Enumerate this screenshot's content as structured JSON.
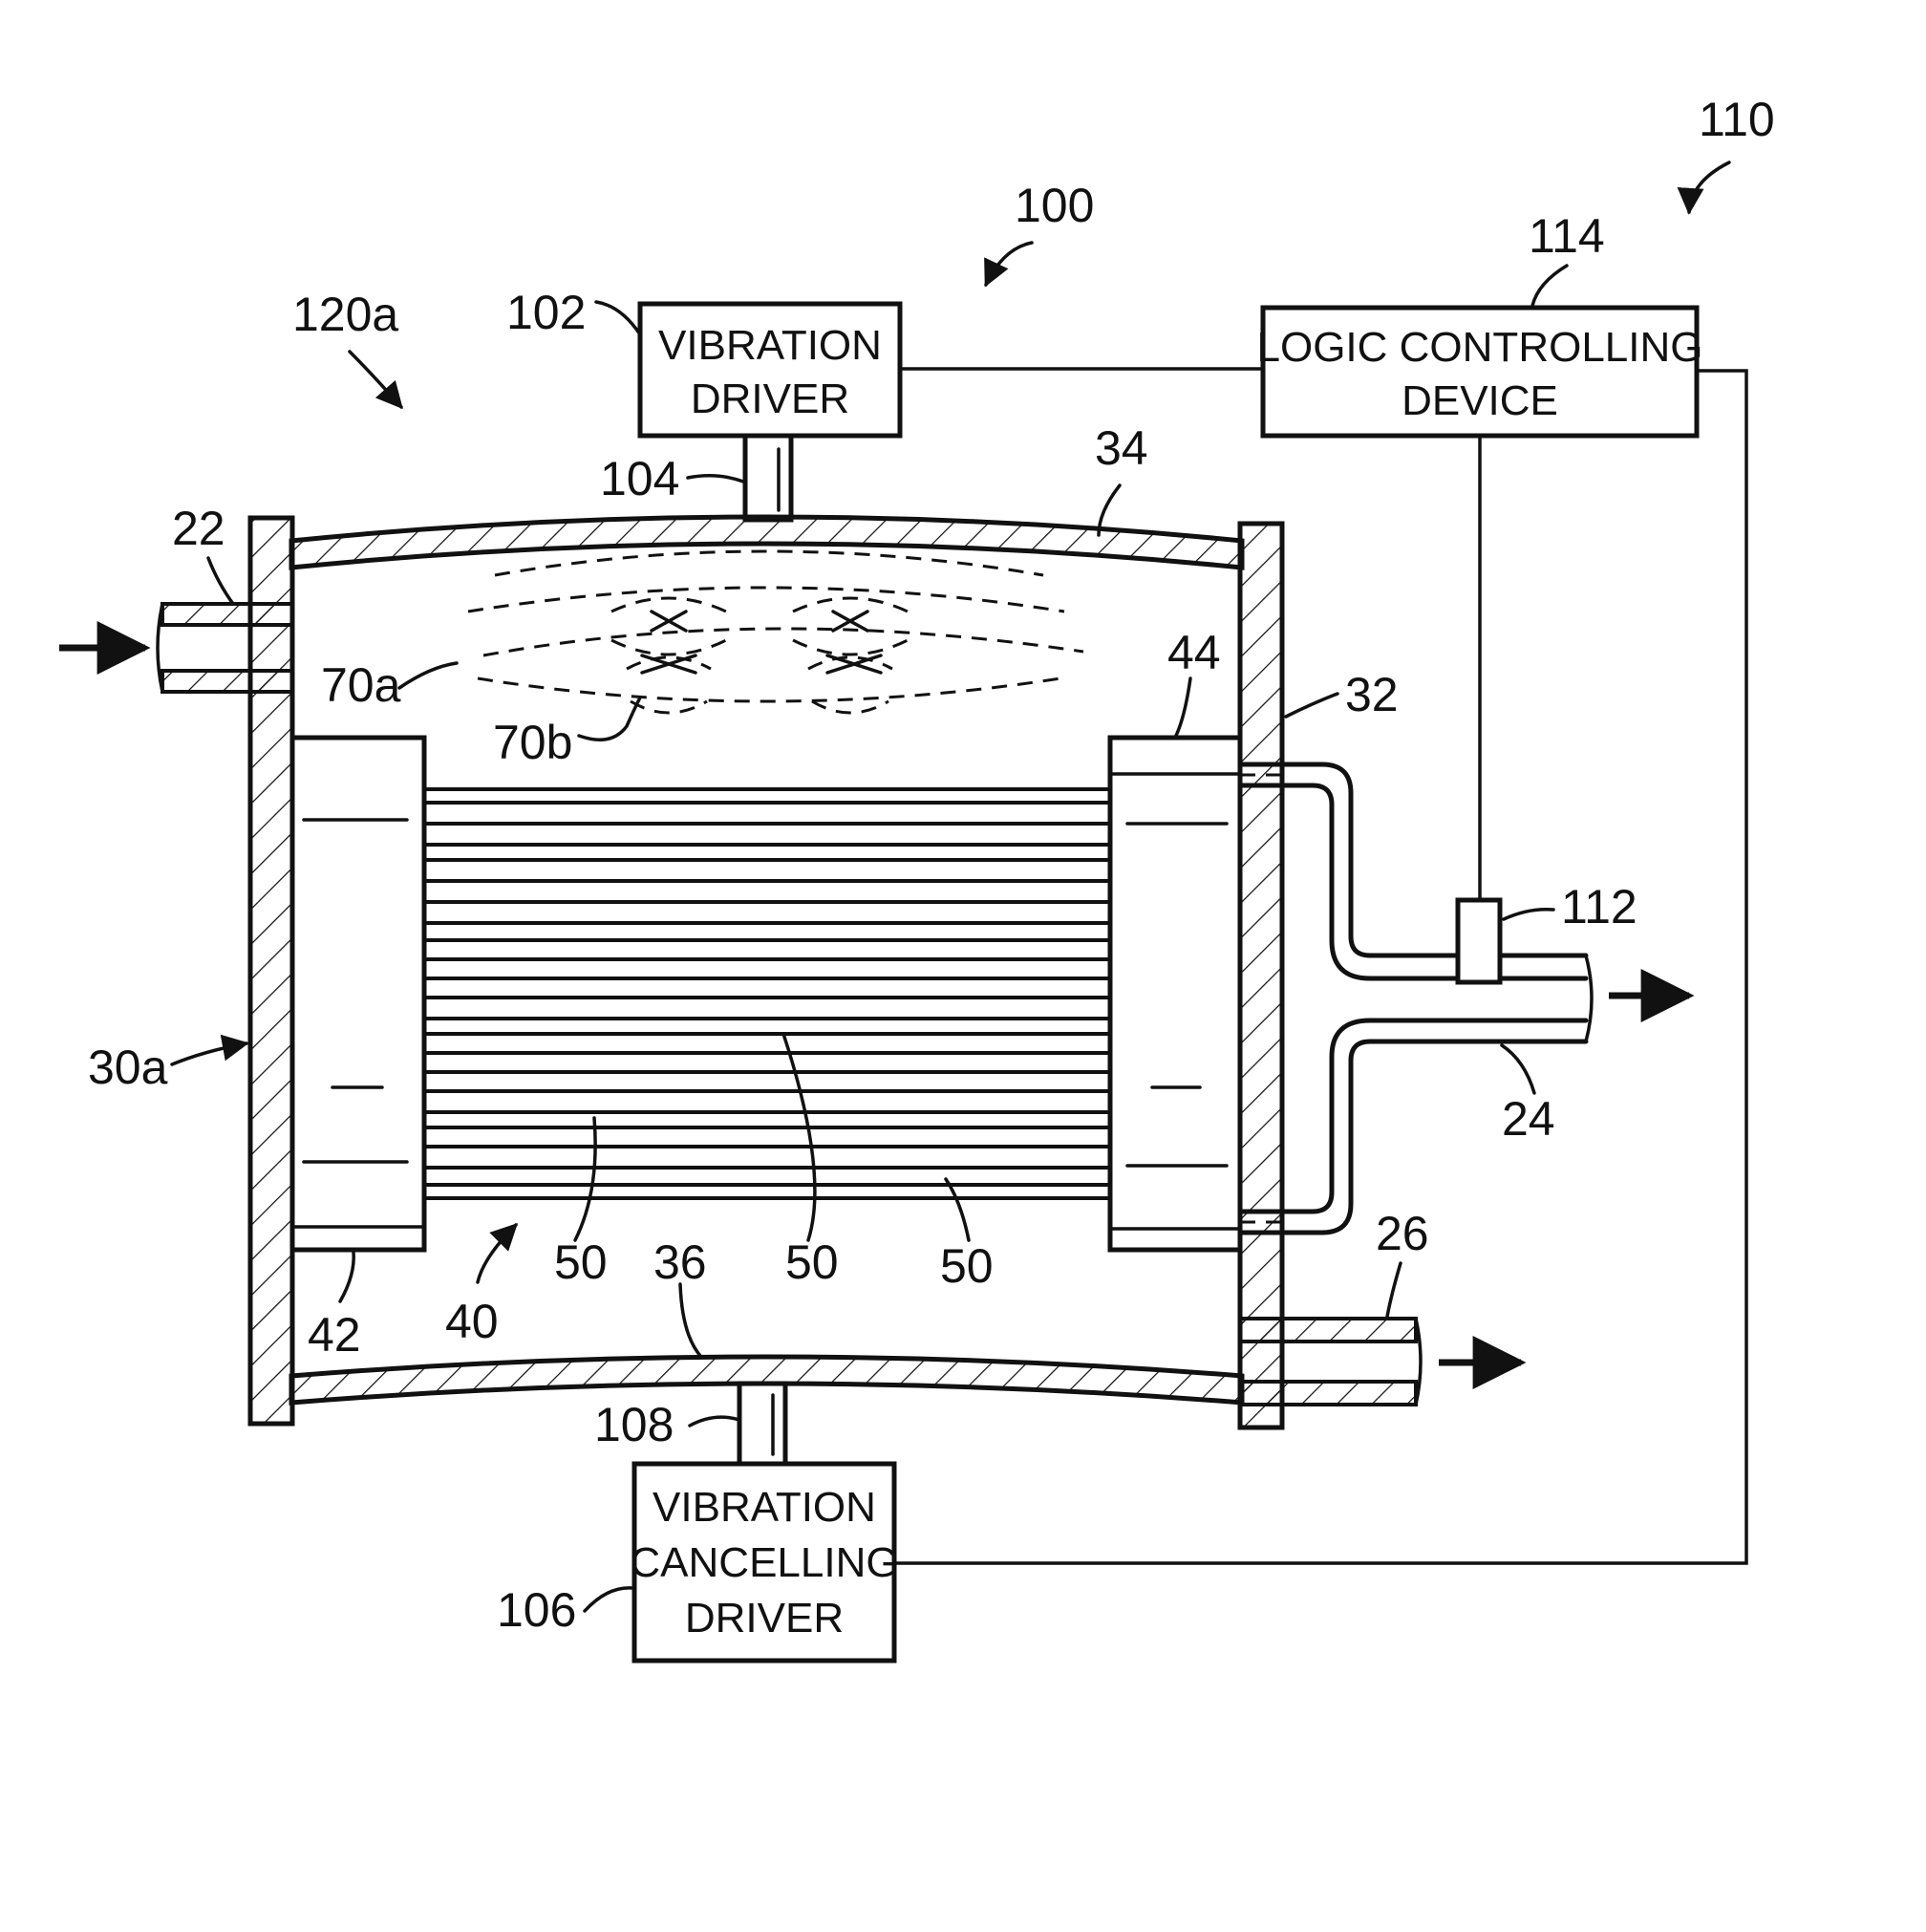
{
  "blocks": {
    "vibration_driver": [
      "VIBRATION",
      "DRIVER"
    ],
    "logic_controlling_device": [
      "LOGIC CONTROLLING",
      "DEVICE"
    ],
    "vibration_cancelling_driver": [
      "VIBRATION",
      "CANCELLING",
      "DRIVER"
    ]
  },
  "reference_numerals": {
    "r110": "110",
    "r100": "100",
    "r114": "114",
    "r120a": "120a",
    "r102": "102",
    "r104": "104",
    "r34": "34",
    "r22": "22",
    "r70a": "70a",
    "r70b": "70b",
    "r44": "44",
    "r32": "32",
    "r112": "112",
    "r24": "24",
    "r30a": "30a",
    "r50a": "50",
    "r50b": "50",
    "r50c": "50",
    "r42": "42",
    "r40": "40",
    "r36": "36",
    "r26": "26",
    "r108": "108",
    "r106": "106"
  },
  "colors": {
    "ink": "#111111",
    "paper": "#ffffff"
  }
}
